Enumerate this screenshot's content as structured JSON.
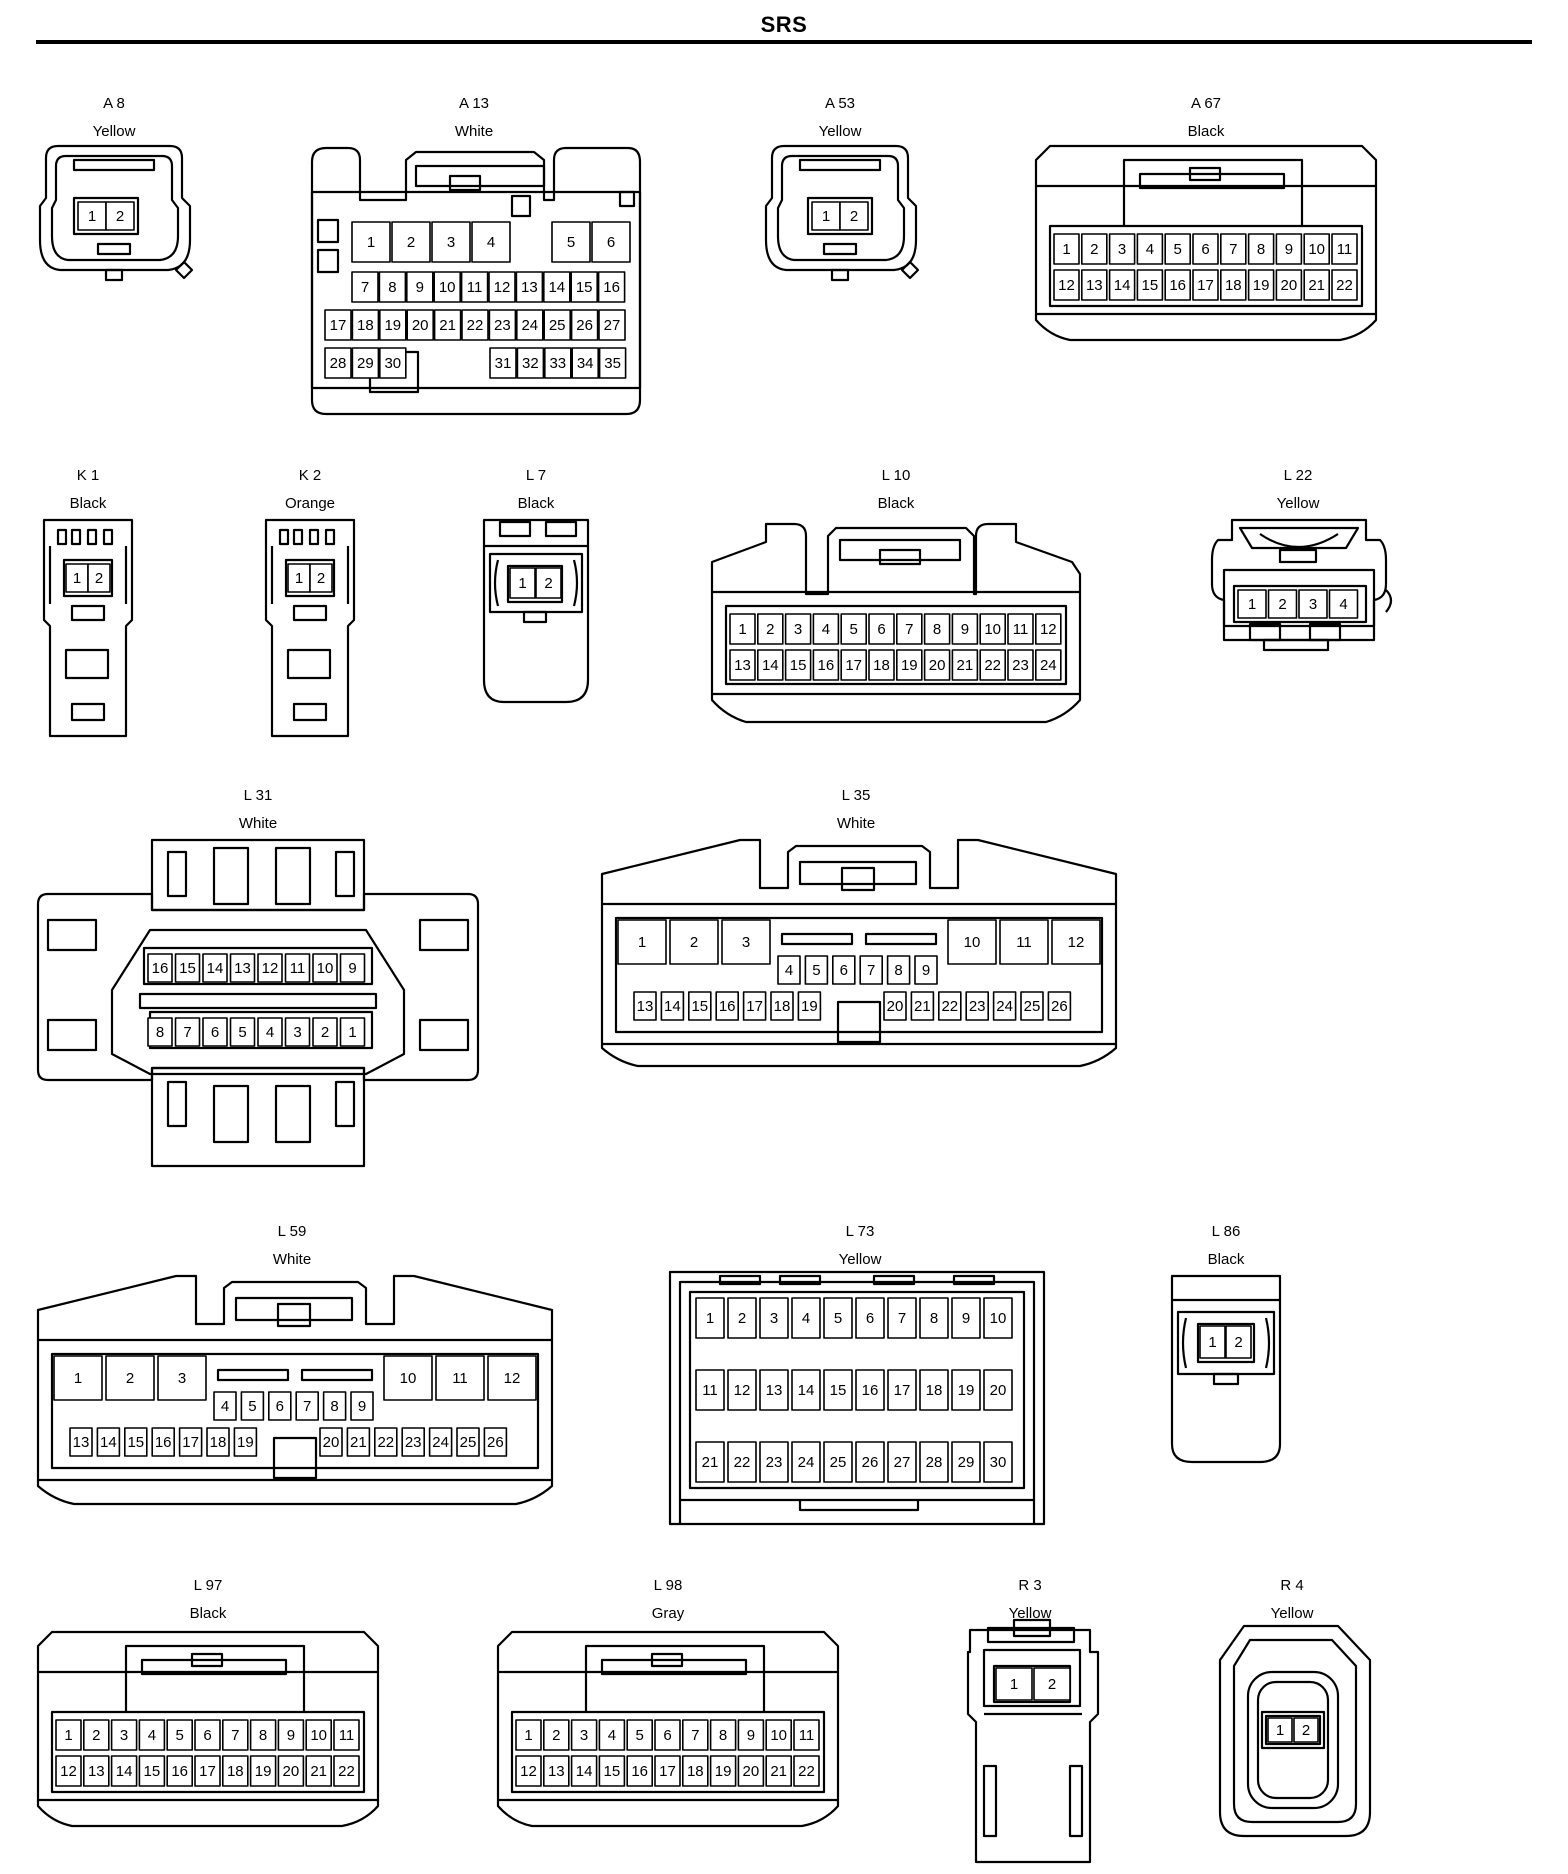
{
  "page": {
    "title": "SRS"
  },
  "connectors": [
    {
      "id": "A 8",
      "color": "Yellow",
      "pins": [
        1,
        2
      ]
    },
    {
      "id": "A 13",
      "color": "White",
      "pins": [
        1,
        2,
        3,
        4,
        5,
        6,
        7,
        8,
        9,
        10,
        11,
        12,
        13,
        14,
        15,
        16,
        17,
        18,
        19,
        20,
        21,
        22,
        23,
        24,
        25,
        26,
        27,
        28,
        29,
        30,
        31,
        32,
        33,
        34,
        35
      ]
    },
    {
      "id": "A 53",
      "color": "Yellow",
      "pins": [
        1,
        2
      ]
    },
    {
      "id": "A 67",
      "color": "Black",
      "pins": [
        1,
        2,
        3,
        4,
        5,
        6,
        7,
        8,
        9,
        10,
        11,
        12,
        13,
        14,
        15,
        16,
        17,
        18,
        19,
        20,
        21,
        22
      ]
    },
    {
      "id": "K 1",
      "color": "Black",
      "pins": [
        1,
        2
      ]
    },
    {
      "id": "K 2",
      "color": "Orange",
      "pins": [
        1,
        2
      ]
    },
    {
      "id": "L 7",
      "color": "Black",
      "pins": [
        1,
        2
      ]
    },
    {
      "id": "L 10",
      "color": "Black",
      "pins": [
        1,
        2,
        3,
        4,
        5,
        6,
        7,
        8,
        9,
        10,
        11,
        12,
        13,
        14,
        15,
        16,
        17,
        18,
        19,
        20,
        21,
        22,
        23,
        24
      ]
    },
    {
      "id": "L 22",
      "color": "Yellow",
      "pins": [
        1,
        2,
        3,
        4
      ]
    },
    {
      "id": "L 31",
      "color": "White",
      "pins": [
        16,
        15,
        14,
        13,
        12,
        11,
        10,
        9,
        8,
        7,
        6,
        5,
        4,
        3,
        2,
        1
      ]
    },
    {
      "id": "L 35",
      "color": "White",
      "pins": [
        1,
        2,
        3,
        4,
        5,
        6,
        7,
        8,
        9,
        10,
        11,
        12,
        13,
        14,
        15,
        16,
        17,
        18,
        19,
        20,
        21,
        22,
        23,
        24,
        25,
        26
      ]
    },
    {
      "id": "L 59",
      "color": "White",
      "pins": [
        1,
        2,
        3,
        4,
        5,
        6,
        7,
        8,
        9,
        10,
        11,
        12,
        13,
        14,
        15,
        16,
        17,
        18,
        19,
        20,
        21,
        22,
        23,
        24,
        25,
        26
      ]
    },
    {
      "id": "L 73",
      "color": "Yellow",
      "pins": [
        1,
        2,
        3,
        4,
        5,
        6,
        7,
        8,
        9,
        10,
        11,
        12,
        13,
        14,
        15,
        16,
        17,
        18,
        19,
        20,
        21,
        22,
        23,
        24,
        25,
        26,
        27,
        28,
        29,
        30
      ]
    },
    {
      "id": "L 86",
      "color": "Black",
      "pins": [
        1,
        2
      ]
    },
    {
      "id": "L 97",
      "color": "Black",
      "pins": [
        1,
        2,
        3,
        4,
        5,
        6,
        7,
        8,
        9,
        10,
        11,
        12,
        13,
        14,
        15,
        16,
        17,
        18,
        19,
        20,
        21,
        22
      ]
    },
    {
      "id": "L 98",
      "color": "Gray",
      "pins": [
        1,
        2,
        3,
        4,
        5,
        6,
        7,
        8,
        9,
        10,
        11,
        12,
        13,
        14,
        15,
        16,
        17,
        18,
        19,
        20,
        21,
        22
      ]
    },
    {
      "id": "R 3",
      "color": "Yellow",
      "pins": [
        1,
        2
      ]
    },
    {
      "id": "R 4",
      "color": "Yellow",
      "pins": [
        1,
        2
      ]
    }
  ]
}
